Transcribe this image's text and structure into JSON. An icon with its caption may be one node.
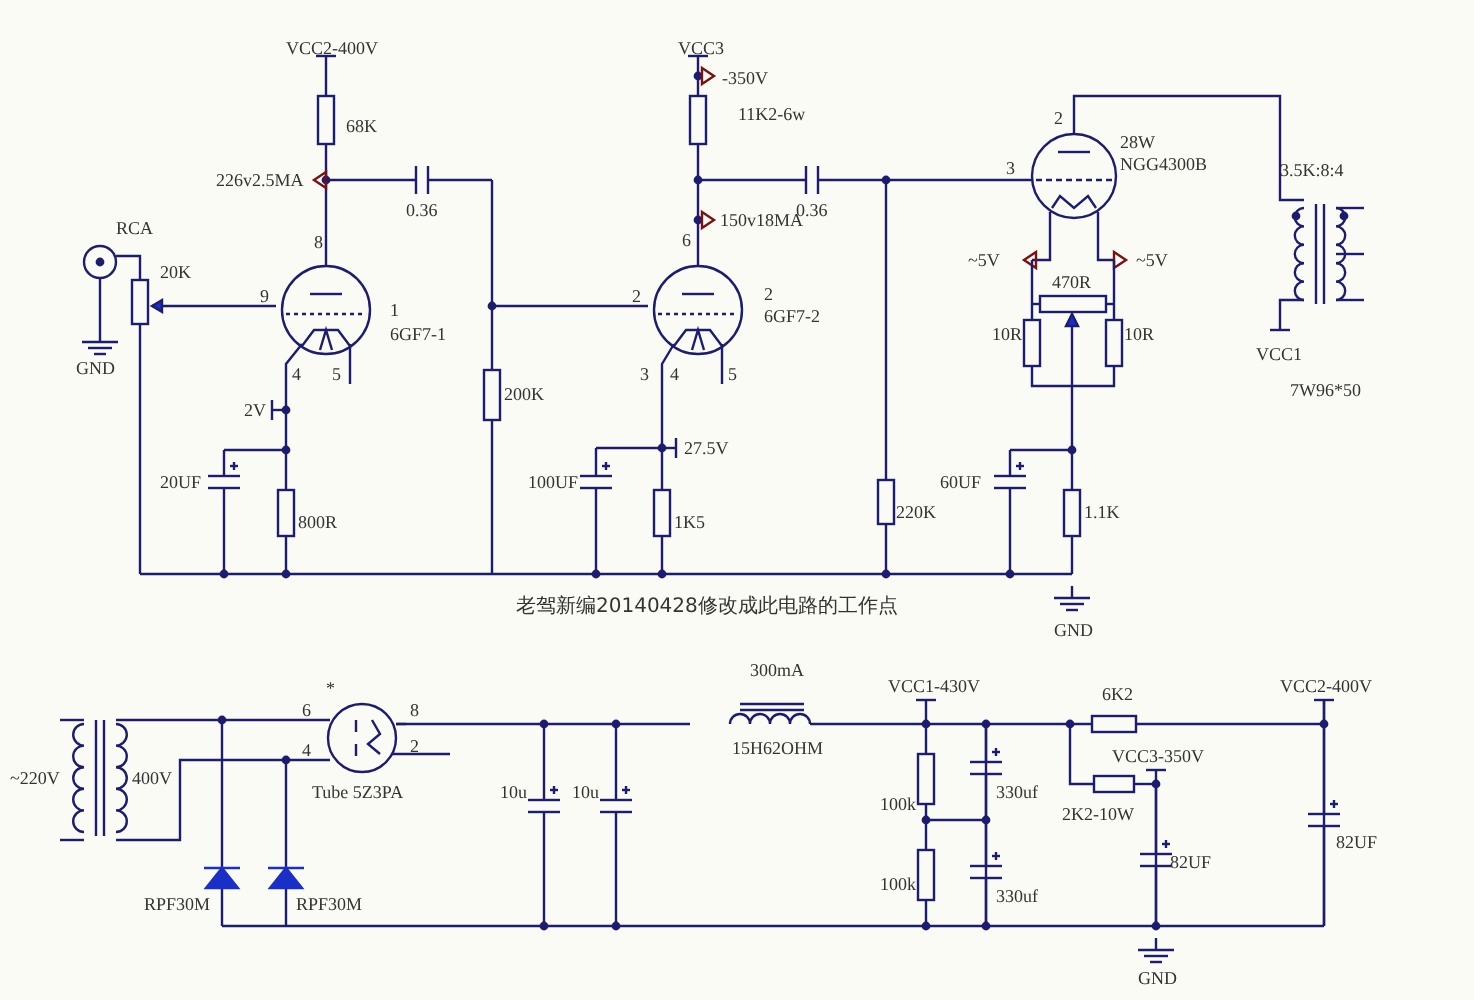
{
  "diagram": {
    "labels": [
      "VCC2-400V",
      "68K",
      "226v2.5MA",
      "0.36",
      "VCC3",
      "-350V",
      "11K2-6w",
      "3",
      "2",
      "28W",
      "NGG4300B",
      "3.5K:8:4",
      "150v18MA",
      "0.36",
      "RCA",
      "8",
      "6",
      "20K",
      "9",
      "1",
      "2",
      "2",
      "6GF7-1",
      "6GF7-2",
      "~5V",
      "470R",
      "~5V",
      "GND",
      "10R",
      "10R",
      "VCC1",
      "7W96*50",
      "4",
      "5",
      "3",
      "4",
      "5",
      "2V",
      "200K",
      "27.5V",
      "20UF",
      "100UF",
      "60UF",
      "220K",
      "1.1K",
      "800R",
      "1K5",
      "老驾新编20140428修改成此电路的工作点",
      "GND",
      "300mA",
      "VCC1-430V",
      "6K2",
      "VCC2-400V",
      "*",
      "6",
      "8",
      "4",
      "2",
      "15H62OHM",
      "VCC3-350V",
      "~220V",
      "400V",
      "Tube 5Z3PA",
      "10u",
      "10u",
      "330uf",
      "100k",
      "2K2-10W",
      "82UF",
      "82UF",
      "100k",
      "330uf",
      "RPF30M",
      "RPF30M",
      "GND"
    ]
  }
}
